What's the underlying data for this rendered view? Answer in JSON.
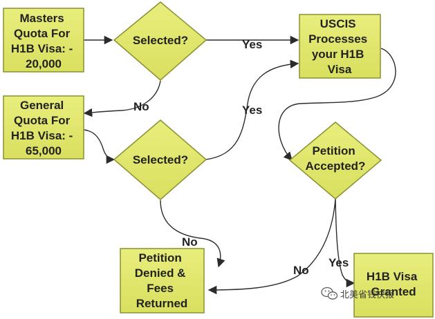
{
  "colors": {
    "node_fill": "#e2e86e",
    "node_stroke": "#8a9030",
    "edge": "#2b2b2b",
    "text": "#222222"
  },
  "nodes": {
    "masters_quota": [
      "Masters",
      "Quota For",
      "H1B Visa: -",
      "20,000"
    ],
    "general_quota": [
      "General",
      "Quota For",
      "H1B Visa: -",
      "65,000"
    ],
    "selected_1": [
      "Selected?"
    ],
    "selected_2": [
      "Selected?"
    ],
    "uscis": [
      "USCIS",
      "Processes",
      "your H1B",
      "Visa"
    ],
    "petition_accepted": [
      "Petition",
      "Accepted?"
    ],
    "petition_denied": [
      "Petition",
      "Denied &",
      "Fees",
      "Returned"
    ],
    "visa_granted": [
      "H1B Visa",
      "Granted"
    ]
  },
  "edges": {
    "yes_1": "Yes",
    "no_1": "No",
    "yes_2": "Yes",
    "no_2": "No",
    "no_3": "No",
    "yes_3": "Yes"
  },
  "watermark": {
    "text": "北美省钱快报",
    "icon": "wechat-icon"
  }
}
